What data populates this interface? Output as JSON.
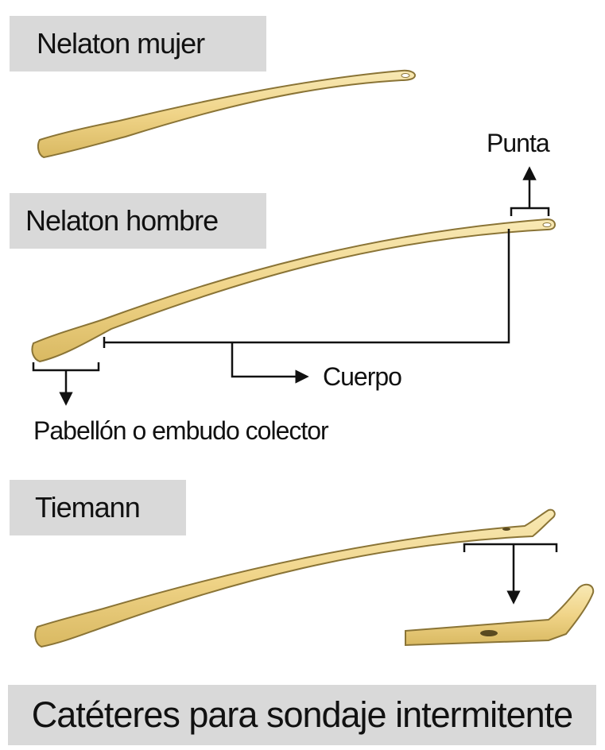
{
  "catheters": [
    {
      "name": "Nelaton mujer"
    },
    {
      "name": "Nelaton hombre"
    },
    {
      "name": "Tiemann"
    }
  ],
  "annotations": {
    "tip": "Punta",
    "body": "Cuerpo",
    "funnel": "Pabellón o embudo colector"
  },
  "footer": "Catéteres para sondaje intermitente",
  "colors": {
    "catheter_fill": "#f3dc96",
    "catheter_outline": "#8a7436",
    "label_background": "#d9d9d9",
    "line": "#111111"
  }
}
